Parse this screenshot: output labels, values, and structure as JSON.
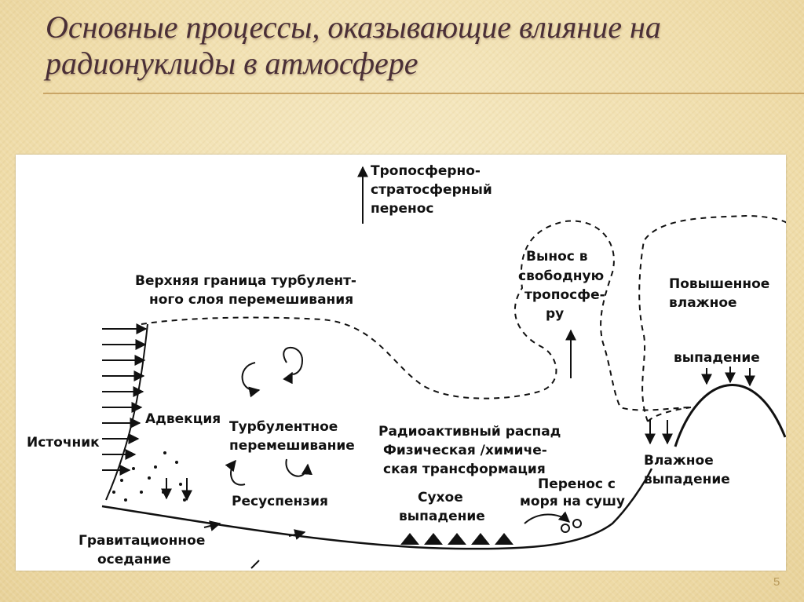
{
  "slide": {
    "title_line1": "Основные процессы, оказывающие влияние на",
    "title_line2": "радионуклиды в атмосфере",
    "page_number": "5"
  },
  "diagram": {
    "troposphere_stratosphere": [
      "Тропосферно-",
      "стратосферный",
      "перенос"
    ],
    "upper_boundary": [
      "Верхняя граница турбулент-",
      "ного слоя перемешивания"
    ],
    "free_troposphere": [
      "Вынос в",
      "свободную",
      "тропосфе-",
      "ру"
    ],
    "increased_wet": [
      "Повышенное",
      "влажное"
    ],
    "deposition": "выпадение",
    "advection": "Адвекция",
    "source": "Источник",
    "turbulent_mixing": [
      "Турбулентное",
      "перемешивание"
    ],
    "radioactive_decay": [
      "Радиоактивный распад",
      "Физическая /химиче-",
      "ская трансформация"
    ],
    "resuspension": "Ресуспензия",
    "sea_to_land": [
      "Перенос с",
      "моря на сушу"
    ],
    "dry_deposition": [
      "Сухое",
      "выпадение"
    ],
    "wet_deposition": [
      "Влажное",
      "выпадение"
    ],
    "gravitational": [
      "Гравитационное",
      "оседание"
    ]
  }
}
